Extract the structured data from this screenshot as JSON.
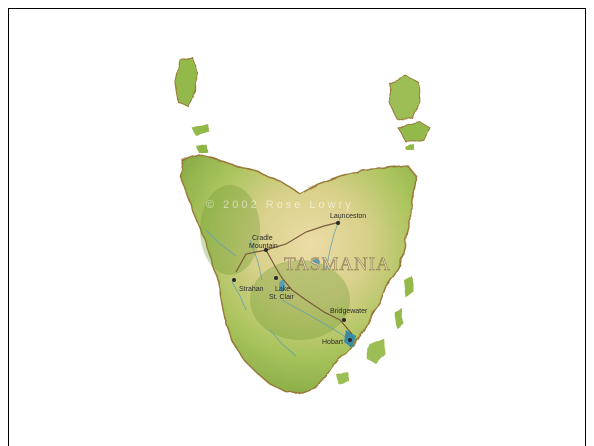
{
  "map": {
    "title": "TASMANIA",
    "watermark": "© 2002 Rose Lowry",
    "places": {
      "launceston": "Launceston",
      "cradle_1": "Cradle",
      "cradle_2": "Mountain",
      "strahan": "Strahan",
      "lake_1": "Lake",
      "lake_2": "St. Clair",
      "bridgewater": "Bridgewater",
      "hobart": "Hobart"
    },
    "colors": {
      "land_light": "#e8d9a0",
      "land_green": "#8fb54a",
      "land_dark": "#6f9a35",
      "edge_brown": "#9a7a3a",
      "water": "#5a9fb5",
      "route": "#7a5a3a"
    }
  }
}
